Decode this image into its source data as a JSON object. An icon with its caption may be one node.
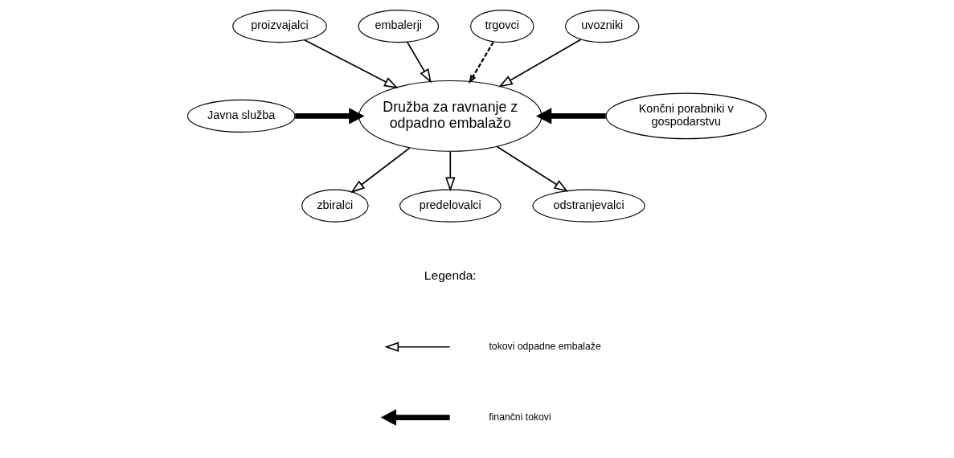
{
  "diagram": {
    "nodes": [
      {
        "text": [
          "proizvajalci"
        ]
      },
      {
        "text": [
          "embalerji"
        ]
      },
      {
        "text": [
          "trgovci"
        ]
      },
      {
        "text": [
          "uvozniki"
        ]
      },
      {
        "text": [
          "Javna služba"
        ]
      },
      {
        "text": [
          "Družba za ravnanje z odpadno embalažo"
        ]
      },
      {
        "text": [
          "Končni porabniki v gospodarstvu"
        ]
      },
      {
        "text": [
          "zbiralci"
        ]
      },
      {
        "text": [
          "predelovalci"
        ]
      },
      {
        "text": [
          "odstranjevalci"
        ]
      }
    ],
    "edges": [
      {
        "from": 0,
        "to": 5,
        "arrow": "to"
      },
      {
        "from": 1,
        "to": 5,
        "arrow": "to"
      },
      {
        "from": 2,
        "to": 5,
        "arrow": "to",
        "style": "dashed"
      },
      {
        "from": 3,
        "to": 5,
        "arrow": "to"
      },
      {
        "from": 4,
        "to": 5,
        "arrow": "to",
        "style": "thick"
      },
      {
        "from": 6,
        "to": 5,
        "arrow": "to",
        "style": "thick"
      },
      {
        "from": 5,
        "to": 7,
        "arrow": "to"
      },
      {
        "from": 5,
        "to": 8,
        "arrow": "to"
      },
      {
        "from": 5,
        "to": 9,
        "arrow": "to"
      }
    ],
    "labels": [
      "Legenda:"
    ],
    "legend": [
      {
        "text": "tokovi odpadne embalaže"
      },
      {
        "text": "finančni tokovi"
      }
    ]
  }
}
